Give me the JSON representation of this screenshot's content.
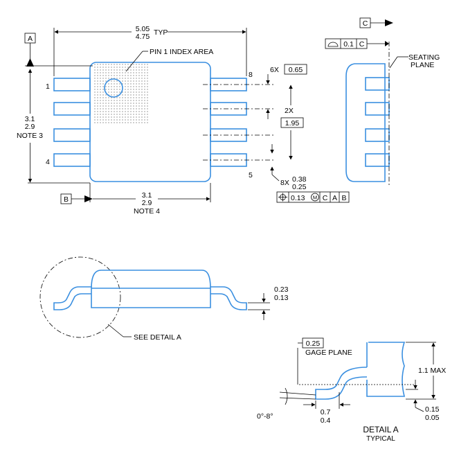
{
  "top_view": {
    "datum_a": "A",
    "datum_b": "B",
    "length_max": "5.05",
    "length_min": "4.75",
    "length_typ": "TYP",
    "pin1_label": "PIN 1 INDEX AREA",
    "pin_1": "1",
    "pin_4": "4",
    "pin_5": "5",
    "pin_8": "8",
    "pitch_count": "6X",
    "pitch_value": "0.65",
    "span_count": "2X",
    "span_value": "1.95",
    "lead_count": "8X",
    "lead_width_max": "0.38",
    "lead_width_min": "0.25",
    "height_max": "3.1",
    "height_min": "2.9",
    "height_note": "NOTE 3",
    "width_max": "3.1",
    "width_min": "2.9",
    "width_note": "NOTE 4",
    "position_tolerance": "0.13",
    "mmc_symbol": "M",
    "position_datums": [
      "C",
      "A",
      "B"
    ]
  },
  "side_view": {
    "datum_c": "C",
    "flatness_value": "0.1",
    "flatness_datum": "C",
    "seating_plane_line1": "SEATING",
    "seating_plane_line2": "PLANE"
  },
  "front_view": {
    "thickness_max": "0.23",
    "thickness_min": "0.13",
    "see_detail": "SEE DETAIL  A"
  },
  "detail_a": {
    "gage_value": "0.25",
    "gage_label": "GAGE PLANE",
    "height_max": "1.1 MAX",
    "angle": "0°-8°",
    "foot_max": "0.7",
    "foot_min": "0.4",
    "standoff_max": "0.15",
    "standoff_min": "0.05",
    "title": "DETAIL A",
    "subtitle": "TYPICAL"
  }
}
